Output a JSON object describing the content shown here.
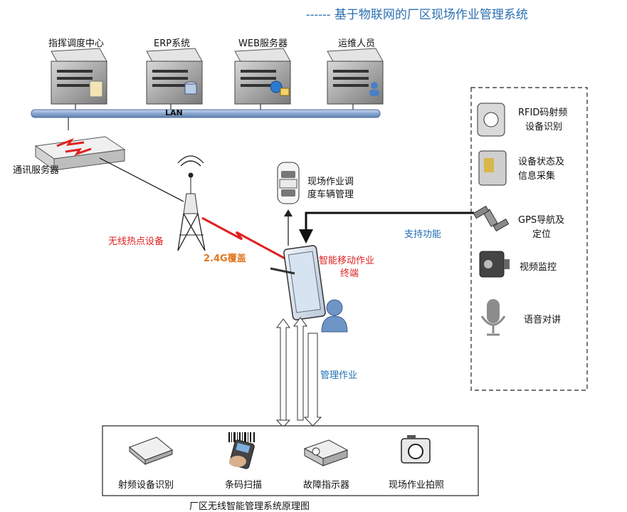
{
  "header": {
    "title": "------ 基于物联网的厂区现场作业管理系统"
  },
  "servers": [
    {
      "label": "指挥调度中心"
    },
    {
      "label": "ERP系统"
    },
    {
      "label": "WEB服务器"
    },
    {
      "label": "运维人员"
    }
  ],
  "network": {
    "lan_label": "LAN",
    "comm_server_label": "通讯服务器",
    "hotspot_label": "无线热点设备",
    "coverage_label": "2.4G覆盖"
  },
  "vehicle": {
    "line1": "现场作业调",
    "line2": "度车辆管理"
  },
  "terminal": {
    "line1": "智能移动作业",
    "line2": "终端"
  },
  "support_label": "支持功能",
  "manage_label": "管理作业",
  "functions": [
    {
      "line1": "RFID码射频",
      "line2": "设备识别"
    },
    {
      "line1": "设备状态及",
      "line2": "信息采集"
    },
    {
      "line1": "GPS导航及",
      "line2": "定位"
    },
    {
      "line1": "视频监控",
      "line2": ""
    },
    {
      "line1": "语音对讲",
      "line2": ""
    }
  ],
  "devices": [
    {
      "label": "射频设备识别"
    },
    {
      "label": "条码扫描"
    },
    {
      "label": "故障指示器"
    },
    {
      "label": "现场作业拍照"
    }
  ],
  "caption": "厂区无线智能管理系统原理图",
  "colors": {
    "header": "#2a6fb0",
    "accent_blue": "#1f6fb5",
    "red": "#e02020",
    "orange": "#e07820"
  }
}
